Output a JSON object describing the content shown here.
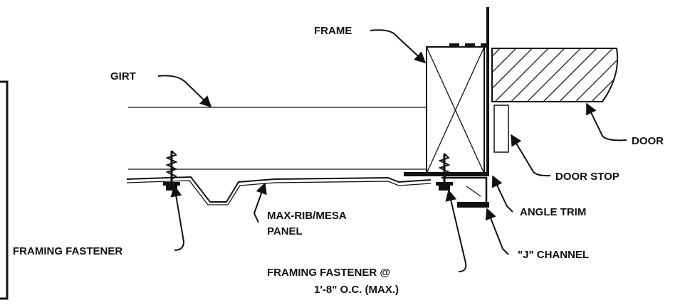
{
  "labels": {
    "frame": "FRAME",
    "girt": "GIRT",
    "door": "DOOR",
    "door_stop": "DOOR STOP",
    "angle_trim": "ANGLE TRIM",
    "max_rib_line1": "MAX-RIB/MESA",
    "max_rib_line2": "PANEL",
    "framing_fastener": "FRAMING FASTENER",
    "j_channel": "\"J\" CHANNEL",
    "framing_fastener_oc_line1": "FRAMING FASTENER @",
    "framing_fastener_oc_line2": "1'-8\" O.C. (MAX.)"
  },
  "colors": {
    "line": "#111111",
    "background": "#ffffff"
  }
}
